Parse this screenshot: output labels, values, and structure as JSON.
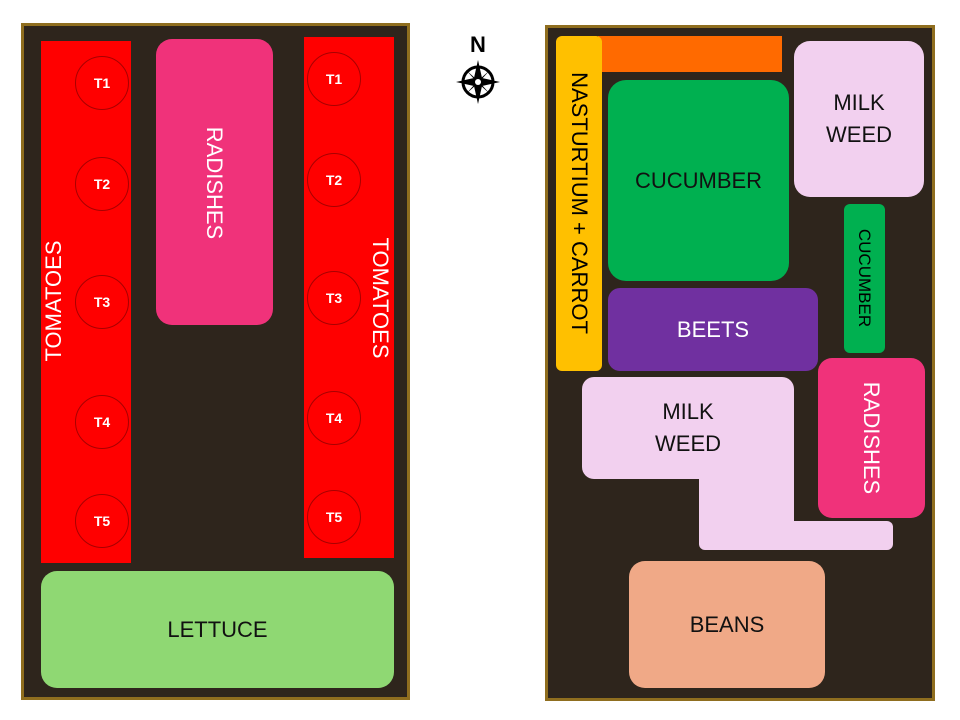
{
  "compass": {
    "label": "N",
    "icon": "compass-rose-icon"
  },
  "left_bed": {
    "tomatoes_left": {
      "label": "TOMATOES",
      "color": "#ff0000",
      "plants": [
        "T1",
        "T2",
        "T3",
        "T4",
        "T5"
      ]
    },
    "radishes": {
      "label": "RADISHES",
      "color": "#f0327a"
    },
    "tomatoes_right": {
      "label": "TOMATOES",
      "color": "#ff0000",
      "plants": [
        "T1",
        "T2",
        "T3",
        "T4",
        "T5"
      ]
    },
    "lettuce": {
      "label": "LETTUCE",
      "color": "#8fd873"
    }
  },
  "right_bed": {
    "orange_strip": {
      "color": "#ff6a00"
    },
    "nasturtium_carrot": {
      "label": "NASTURTIUM + CARROT",
      "color": "#ffc000"
    },
    "cucumber_big": {
      "label": "CUCUMBER",
      "color": "#00b050"
    },
    "milkweed_top": {
      "label": "MILK\nWEED",
      "color": "#f2d0ef"
    },
    "cucumber_small": {
      "label": "CUCUMBER",
      "color": "#00b050"
    },
    "beets": {
      "label": "BEETS",
      "color": "#7030a0"
    },
    "milkweed_bottom": {
      "label": "MILK\nWEED",
      "color": "#f2d0ef"
    },
    "radishes": {
      "label": "RADISHES",
      "color": "#f0327a"
    },
    "beans": {
      "label": "BEANS",
      "color": "#f0a987"
    }
  }
}
